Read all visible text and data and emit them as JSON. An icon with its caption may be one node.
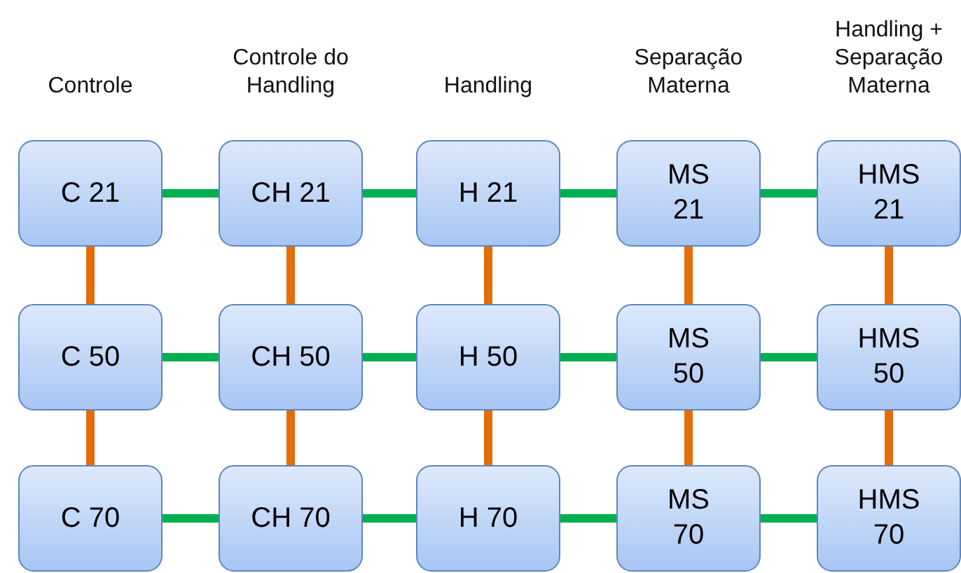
{
  "diagram": {
    "nodes": [
      {
        "text": [
          "C 21"
        ]
      },
      {
        "text": [
          "CH 21"
        ]
      },
      {
        "text": [
          "H 21"
        ]
      },
      {
        "text": [
          "MS 21"
        ]
      },
      {
        "text": [
          "HMS 21"
        ]
      },
      {
        "text": [
          "C 50"
        ]
      },
      {
        "text": [
          "CH 50"
        ]
      },
      {
        "text": [
          "H 50"
        ]
      },
      {
        "text": [
          "MS 50"
        ]
      },
      {
        "text": [
          "HMS 50"
        ]
      },
      {
        "text": [
          "C 70"
        ]
      },
      {
        "text": [
          "CH 70"
        ]
      },
      {
        "text": [
          "H 70"
        ]
      },
      {
        "text": [
          "MS 70"
        ]
      },
      {
        "text": [
          "HMS 70"
        ]
      }
    ],
    "edges": [
      {
        "from": 0,
        "to": 1,
        "arrow": "none"
      },
      {
        "from": 1,
        "to": 2,
        "arrow": "none"
      },
      {
        "from": 2,
        "to": 3,
        "arrow": "none"
      },
      {
        "from": 3,
        "to": 4,
        "arrow": "none"
      },
      {
        "from": 5,
        "to": 6,
        "arrow": "none"
      },
      {
        "from": 6,
        "to": 7,
        "arrow": "none"
      },
      {
        "from": 7,
        "to": 8,
        "arrow": "none"
      },
      {
        "from": 8,
        "to": 9,
        "arrow": "none"
      },
      {
        "from": 10,
        "to": 11,
        "arrow": "none"
      },
      {
        "from": 11,
        "to": 12,
        "arrow": "none"
      },
      {
        "from": 12,
        "to": 13,
        "arrow": "none"
      },
      {
        "from": 13,
        "to": 14,
        "arrow": "none"
      },
      {
        "from": 0,
        "to": 5,
        "arrow": "none",
        "color": "#e46c0a"
      },
      {
        "from": 1,
        "to": 6,
        "arrow": "none",
        "color": "#e46c0a"
      },
      {
        "from": 2,
        "to": 7,
        "arrow": "none",
        "color": "#e46c0a"
      },
      {
        "from": 3,
        "to": 8,
        "arrow": "none",
        "color": "#e46c0a"
      },
      {
        "from": 4,
        "to": 9,
        "arrow": "none",
        "color": "#e46c0a"
      },
      {
        "from": 5,
        "to": 10,
        "arrow": "none",
        "color": "#e46c0a"
      },
      {
        "from": 6,
        "to": 11,
        "arrow": "none",
        "color": "#e46c0a"
      },
      {
        "from": 7,
        "to": 12,
        "arrow": "none",
        "color": "#e46c0a"
      },
      {
        "from": 8,
        "to": 13,
        "arrow": "none",
        "color": "#e46c0a"
      },
      {
        "from": 9,
        "to": 14,
        "arrow": "none",
        "color": "#e46c0a"
      }
    ],
    "labels": [
      "Controle",
      "Controle do Handling",
      "Handling",
      "Separação Materna",
      "Handling + Separação Materna"
    ]
  }
}
